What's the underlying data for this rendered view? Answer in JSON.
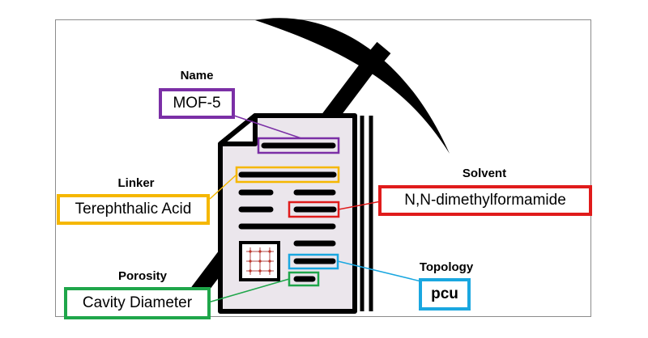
{
  "labels": {
    "name": {
      "heading": "Name",
      "value": "MOF-5",
      "color": "#7b2fa6"
    },
    "linker": {
      "heading": "Linker",
      "value": "Terephthalic Acid",
      "color": "#f5b700"
    },
    "solvent": {
      "heading": "Solvent",
      "value": "N,N-dimethylformamide",
      "color": "#e01b1b"
    },
    "porosity": {
      "heading": "Porosity",
      "value": "Cavity Diameter",
      "color": "#1fa64a"
    },
    "topology": {
      "heading": "Topology",
      "value": "pcu",
      "color": "#1aa7e0"
    }
  },
  "icons": {
    "background": "pickaxe-icon",
    "document": "document-icon",
    "structure": "crystal-structure-icon"
  }
}
